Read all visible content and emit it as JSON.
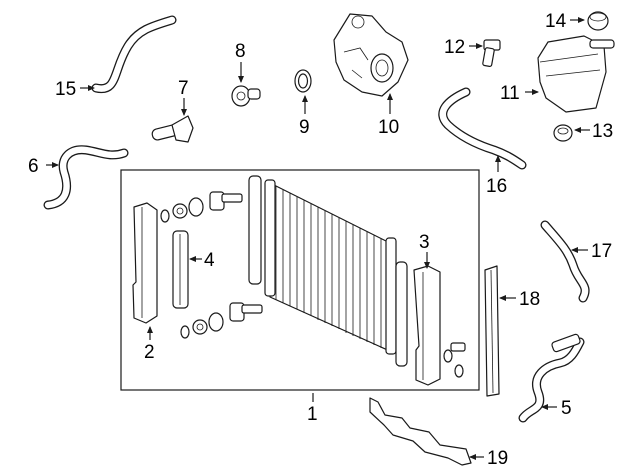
{
  "colors": {
    "line": "#1a1a1a",
    "background": "#ffffff"
  },
  "callouts": {
    "c1": "1",
    "c2": "2",
    "c3": "3",
    "c4": "4",
    "c5": "5",
    "c6": "6",
    "c7": "7",
    "c8": "8",
    "c9": "9",
    "c10": "10",
    "c11": "11",
    "c12": "12",
    "c13": "13",
    "c14": "14",
    "c15": "15",
    "c16": "16",
    "c17": "17",
    "c18": "18",
    "c19": "19"
  }
}
